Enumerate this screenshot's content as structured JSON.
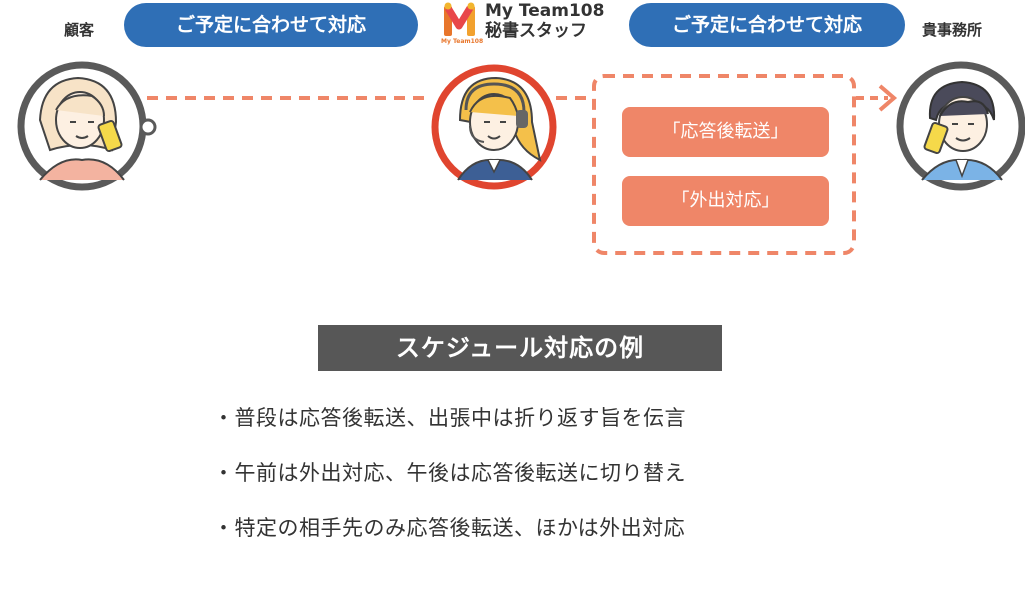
{
  "labels": {
    "customer": "顧客",
    "office": "貴事務所"
  },
  "pills": {
    "left": "ご予定に合わせて対応",
    "right": "ご予定に合わせて対応"
  },
  "logo": {
    "line1": "My Team108",
    "line2": "秘書スタッフ",
    "small": "My Team108",
    "letter": "M"
  },
  "actions": [
    "「応答後転送」",
    "「外出対応」"
  ],
  "heading": "スケジュール対応の例",
  "bullets": [
    "・普段は応答後転送、出張中は折り返す旨を伝言",
    "・午前は外出対応、午後は応答後転送に切り替え",
    "・特定の相手先のみ応答後転送、ほかは外出対応"
  ],
  "colors": {
    "pill": "#2f6fb6",
    "action": "#ef8668",
    "dashed_line": "#ef8668",
    "heading_bg": "#575757",
    "secretary_ring": "#e0452f",
    "avatar_ring": "#5a5a5a"
  }
}
